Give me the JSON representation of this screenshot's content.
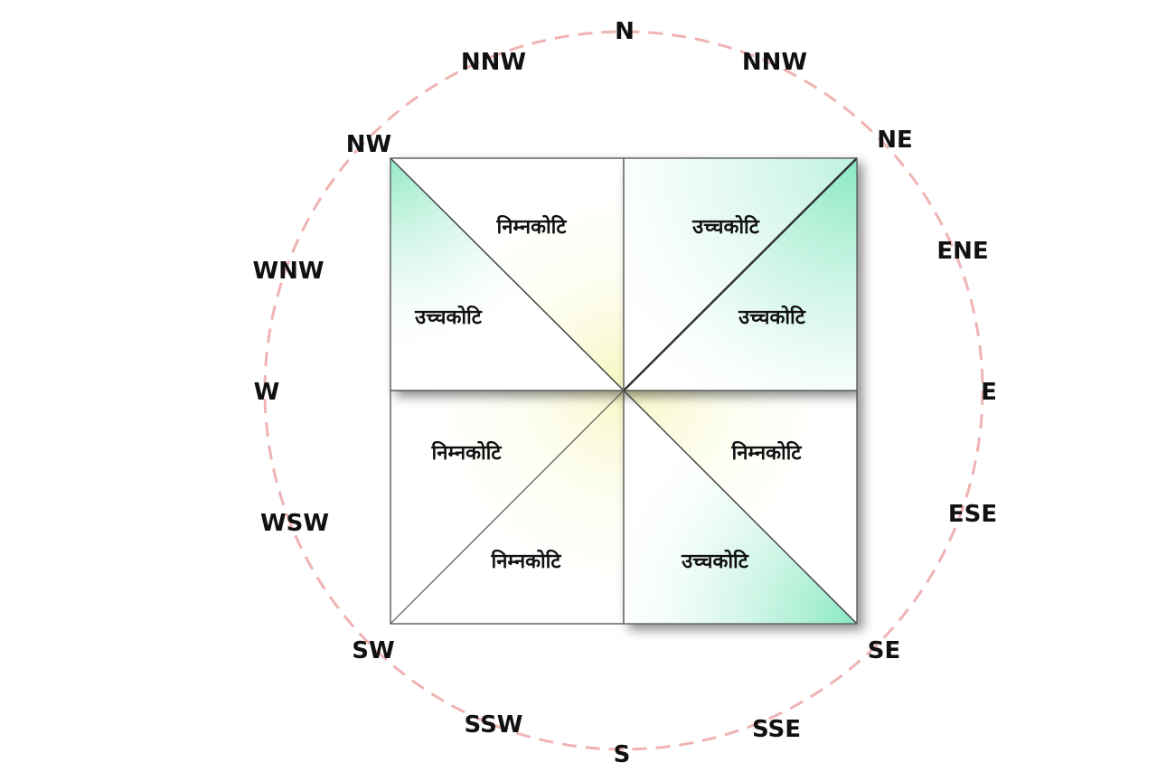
{
  "compass": {
    "directions": {
      "N": "N",
      "NNW_left": "NNW",
      "NNW_right": "NNW",
      "NW": "NW",
      "NE": "NE",
      "WNW": "WNW",
      "ENE": "ENE",
      "W": "W",
      "E": "E",
      "WSW": "WSW",
      "ESE": "ESE",
      "SW": "SW",
      "SE": "SE",
      "SSW": "SSW",
      "SSE": "SSE",
      "S": "S"
    },
    "circle_color": "#f0b3b3"
  },
  "grid": {
    "nw_upper": "निम्नकोटि",
    "nw_lower": "उच्चकोटि",
    "ne_upper": "उच्चकोटि",
    "ne_lower": "उच्चकोटि",
    "sw_upper": "निम्नकोटि",
    "sw_lower": "निम्नकोटि",
    "se_upper": "निम्नकोटि",
    "se_lower": "उच्चकोटि",
    "colors": {
      "high": "#7fe8c0",
      "low": "#f5f5b0"
    }
  }
}
